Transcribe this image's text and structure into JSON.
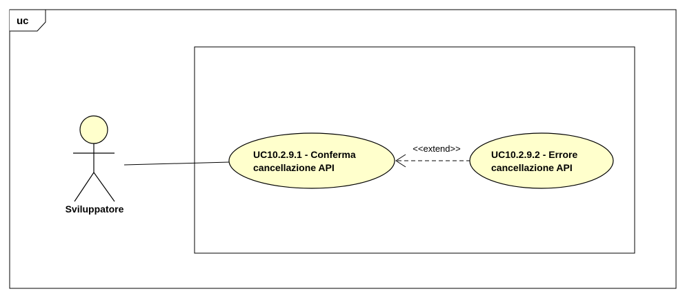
{
  "frame": {
    "label": "uc"
  },
  "actor": {
    "name": "Sviluppatore"
  },
  "use_cases": [
    {
      "id": "uc1",
      "lines": [
        "UC10.2.9.1 - Conferma",
        "cancellazione API"
      ]
    },
    {
      "id": "uc2",
      "lines": [
        "UC10.2.9.2 - Errore",
        "cancellazione API"
      ]
    }
  ],
  "relations": [
    {
      "type": "association",
      "from": "actor",
      "to": "uc1"
    },
    {
      "type": "extend",
      "from": "uc2",
      "to": "uc1",
      "label": "<<extend>>"
    }
  ],
  "colors": {
    "fill": "#FFFFCC",
    "stroke": "#000000",
    "background": "#FFFFFF"
  }
}
